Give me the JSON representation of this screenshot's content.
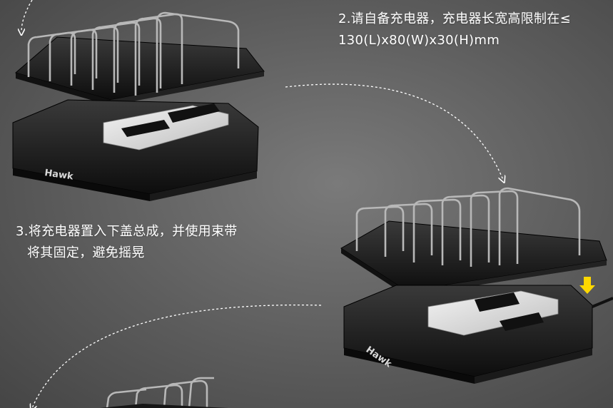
{
  "steps": {
    "step2": {
      "line1": "2.请自备充电器，充电器长宽高限制在≤",
      "line2": "130(L)x80(W)x30(H)mm"
    },
    "step3": {
      "line1": "3.将充电器置入下盖总成，并使用束带",
      "line2": "将其固定，避免摇晃"
    }
  },
  "brand_mark": "Hawk",
  "colors": {
    "arrow_yellow": "#ffd800",
    "text": "#ffffff",
    "case_black": "#1c1c1c"
  }
}
